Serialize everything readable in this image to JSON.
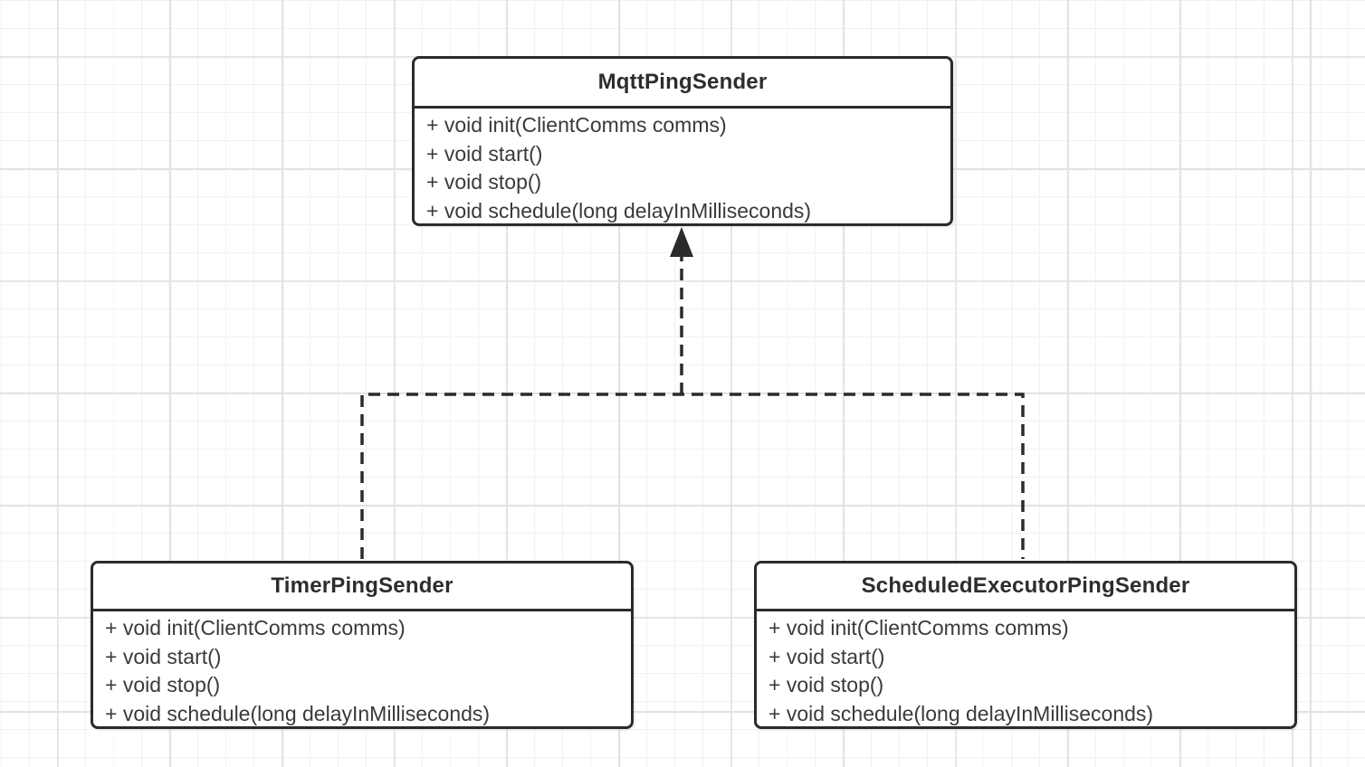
{
  "colors": {
    "stroke": "#2b2b2b",
    "title_text": "#2d2d2d",
    "method_text": "#3a3a3a",
    "box_fill": "#ffffff",
    "background": "#ffffff",
    "grid_minor": "#f1f1f1",
    "grid_major": "#e3e3e3"
  },
  "diagram": {
    "type": "uml-class-diagram",
    "classes": [
      {
        "name": "MqttPingSender",
        "methods": [
          "+ void init(ClientComms comms)",
          "+ void start()",
          "+ void stop()",
          "+ void schedule(long delayInMilliseconds)"
        ]
      },
      {
        "name": "TimerPingSender",
        "methods": [
          "+ void init(ClientComms comms)",
          "+ void start()",
          "+ void stop()",
          "+ void schedule(long delayInMilliseconds)"
        ]
      },
      {
        "name": "ScheduledExecutorPingSender",
        "methods": [
          "+ void init(ClientComms comms)",
          "+ void start()",
          "+ void stop()",
          "+ void schedule(long delayInMilliseconds)"
        ]
      }
    ],
    "relationships": [
      {
        "from": "TimerPingSender",
        "to": "MqttPingSender",
        "line_style": "dashed",
        "arrowhead": "filled-triangle"
      },
      {
        "from": "ScheduledExecutorPingSender",
        "to": "MqttPingSender",
        "line_style": "dashed",
        "arrowhead": "filled-triangle"
      }
    ]
  }
}
